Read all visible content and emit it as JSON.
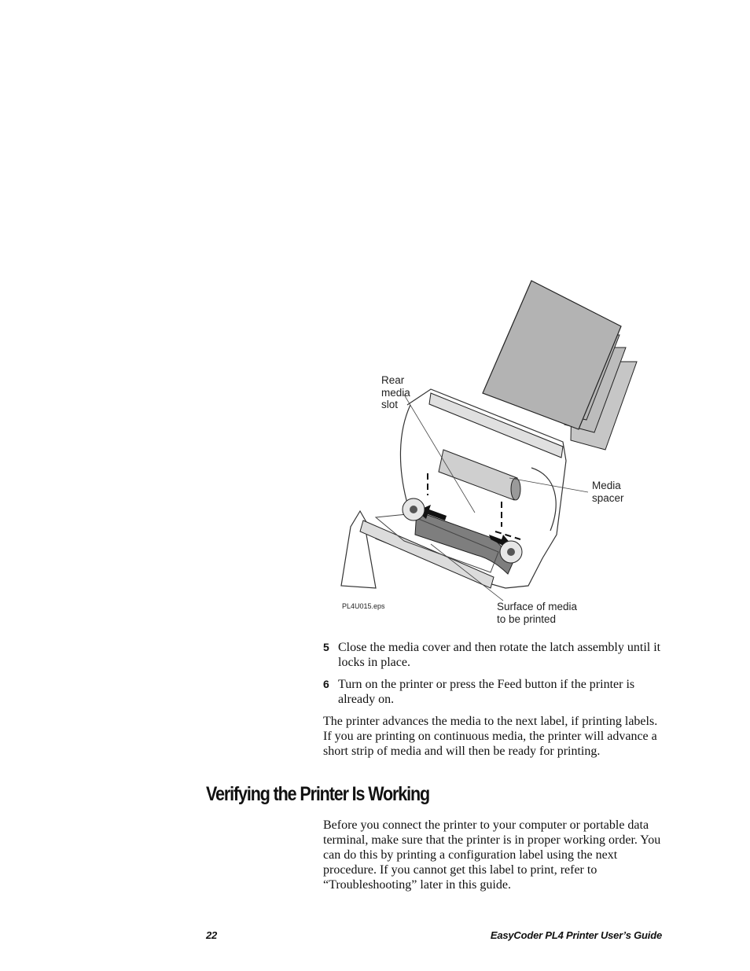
{
  "figure": {
    "callouts": {
      "rear_media_slot": "Rear\nmedia\nslot",
      "media_spacer": "Media\nspacer",
      "surface": "Surface of media\nto be printed"
    },
    "file_id": "PL4U015.eps"
  },
  "steps": [
    {
      "number": "5",
      "text": "Close the media cover and then rotate the latch assembly until it locks in place."
    },
    {
      "number": "6",
      "text": "Turn on the printer or press the Feed button if the printer is already on."
    }
  ],
  "paragraph_1": "The printer advances the media to the next label, if printing labels. If you are printing on continuous media, the printer will advance a short strip of media and will then be ready for printing.",
  "section": {
    "heading": "Verifying the Printer Is Working",
    "paragraph": "Before you connect the printer to your computer or portable data terminal, make sure that the printer is in proper working order. You can do this by printing a configuration label using the next procedure. If you cannot get this label to print, refer to “Troubleshooting” later in this guide."
  },
  "footer": {
    "page_number": "22",
    "guide_title": "EasyCoder PL4 Printer User’s Guide"
  }
}
